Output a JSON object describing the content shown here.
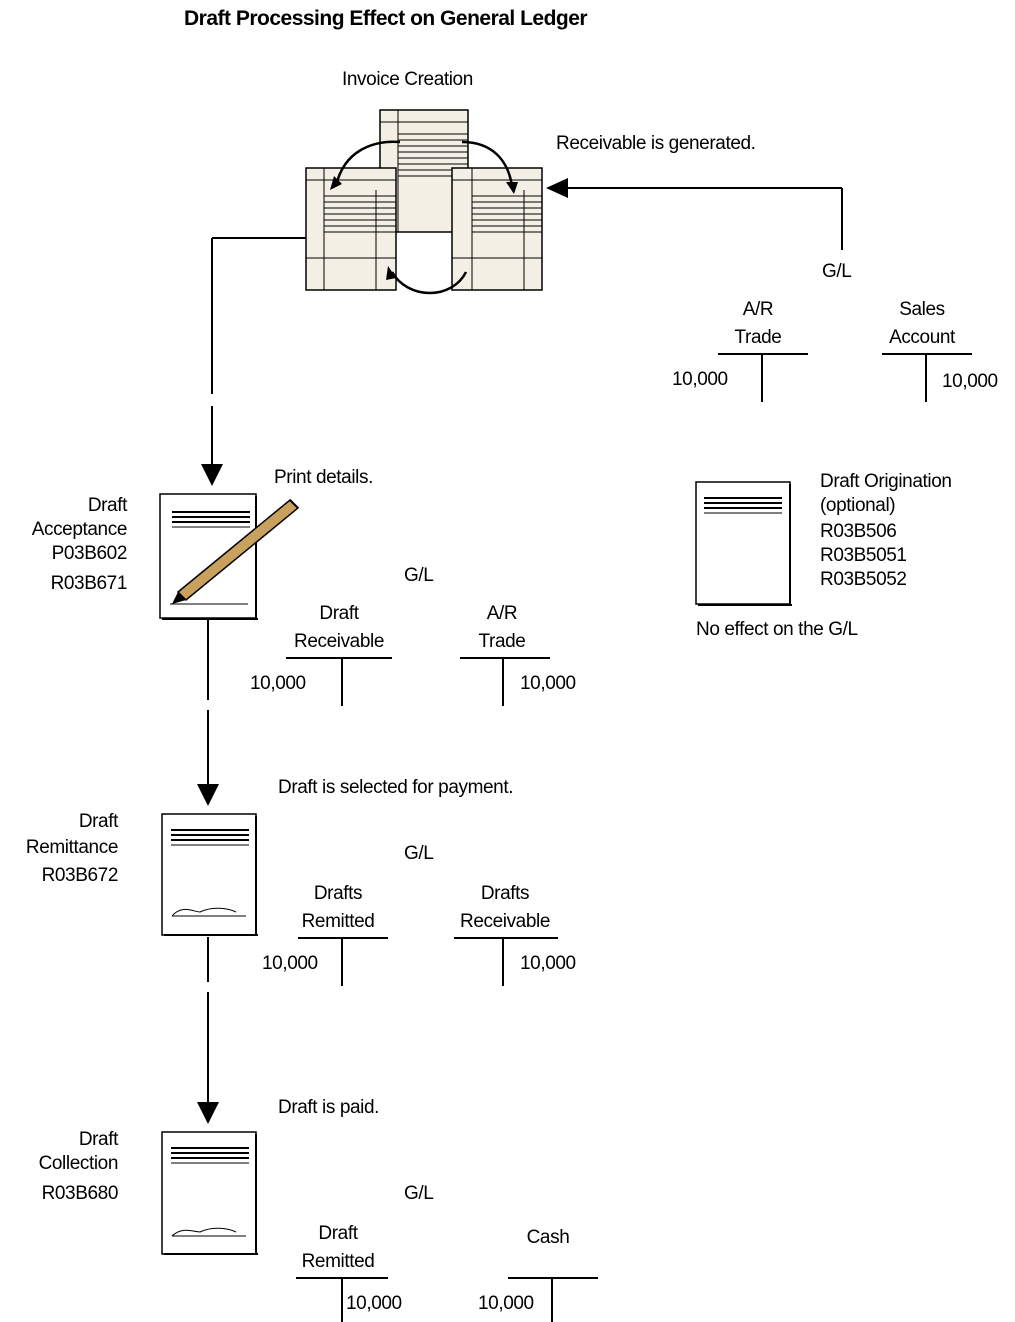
{
  "title": "Draft Processing Effect on General Ledger",
  "invoice": {
    "label": "Invoice Creation",
    "note": "Receivable is generated.",
    "gl": "G/L",
    "left_account": [
      "A/R",
      "Trade"
    ],
    "right_account": [
      "Sales",
      "Account"
    ],
    "debit": "10,000",
    "credit": "10,000"
  },
  "origination": {
    "lines": [
      "Draft Origination",
      "(optional)",
      "R03B506",
      "R03B5051",
      "R03B5052"
    ],
    "note": "No effect on the G/L"
  },
  "acceptance": {
    "lines": [
      "Draft",
      "Acceptance",
      "P03B602",
      "R03B671"
    ],
    "note": "Print details.",
    "gl": "G/L",
    "left_account": [
      "Draft",
      "Receivable"
    ],
    "right_account": [
      "A/R",
      "Trade"
    ],
    "debit": "10,000",
    "credit": "10,000"
  },
  "remittance": {
    "lines": [
      "Draft",
      "Remittance",
      "R03B672"
    ],
    "note": "Draft is selected for payment.",
    "gl": "G/L",
    "left_account": [
      "Drafts",
      "Remitted"
    ],
    "right_account": [
      "Drafts",
      "Receivable"
    ],
    "debit": "10,000",
    "credit": "10,000"
  },
  "collection": {
    "lines": [
      "Draft",
      "Collection",
      "R03B680"
    ],
    "note": "Draft is paid.",
    "gl": "G/L",
    "left_account": [
      "Draft",
      "Remitted"
    ],
    "right_account": [
      "Cash"
    ],
    "left_value": "10,000",
    "right_value": "10,000"
  }
}
